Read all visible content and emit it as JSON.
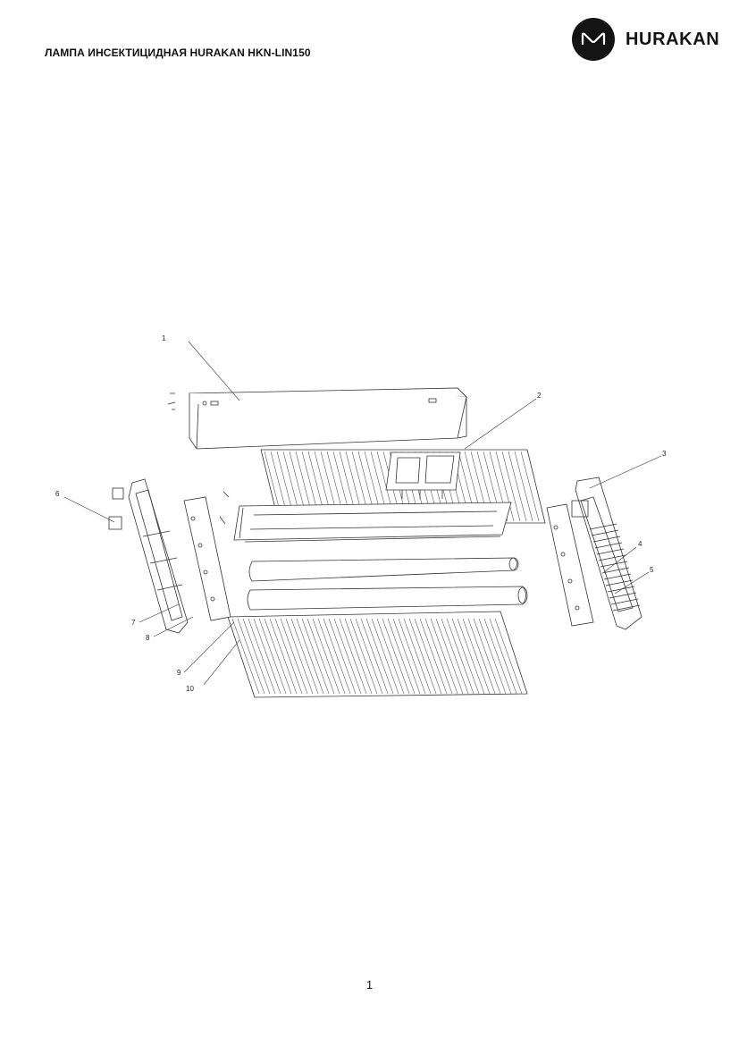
{
  "header": {
    "title": "ЛАМПА ИНСЕКТИЦИДНАЯ HURAKAN HKN-LIN150",
    "brand": "HURAKAN",
    "logo_icon": "hurakan-wave-logo-icon"
  },
  "callouts": [
    "1",
    "2",
    "3",
    "4",
    "5",
    "6",
    "7",
    "8",
    "9",
    "10"
  ],
  "footer": {
    "page_number": "1"
  },
  "colors": {
    "ink": "#141414",
    "line": "#333333",
    "background": "#ffffff"
  }
}
